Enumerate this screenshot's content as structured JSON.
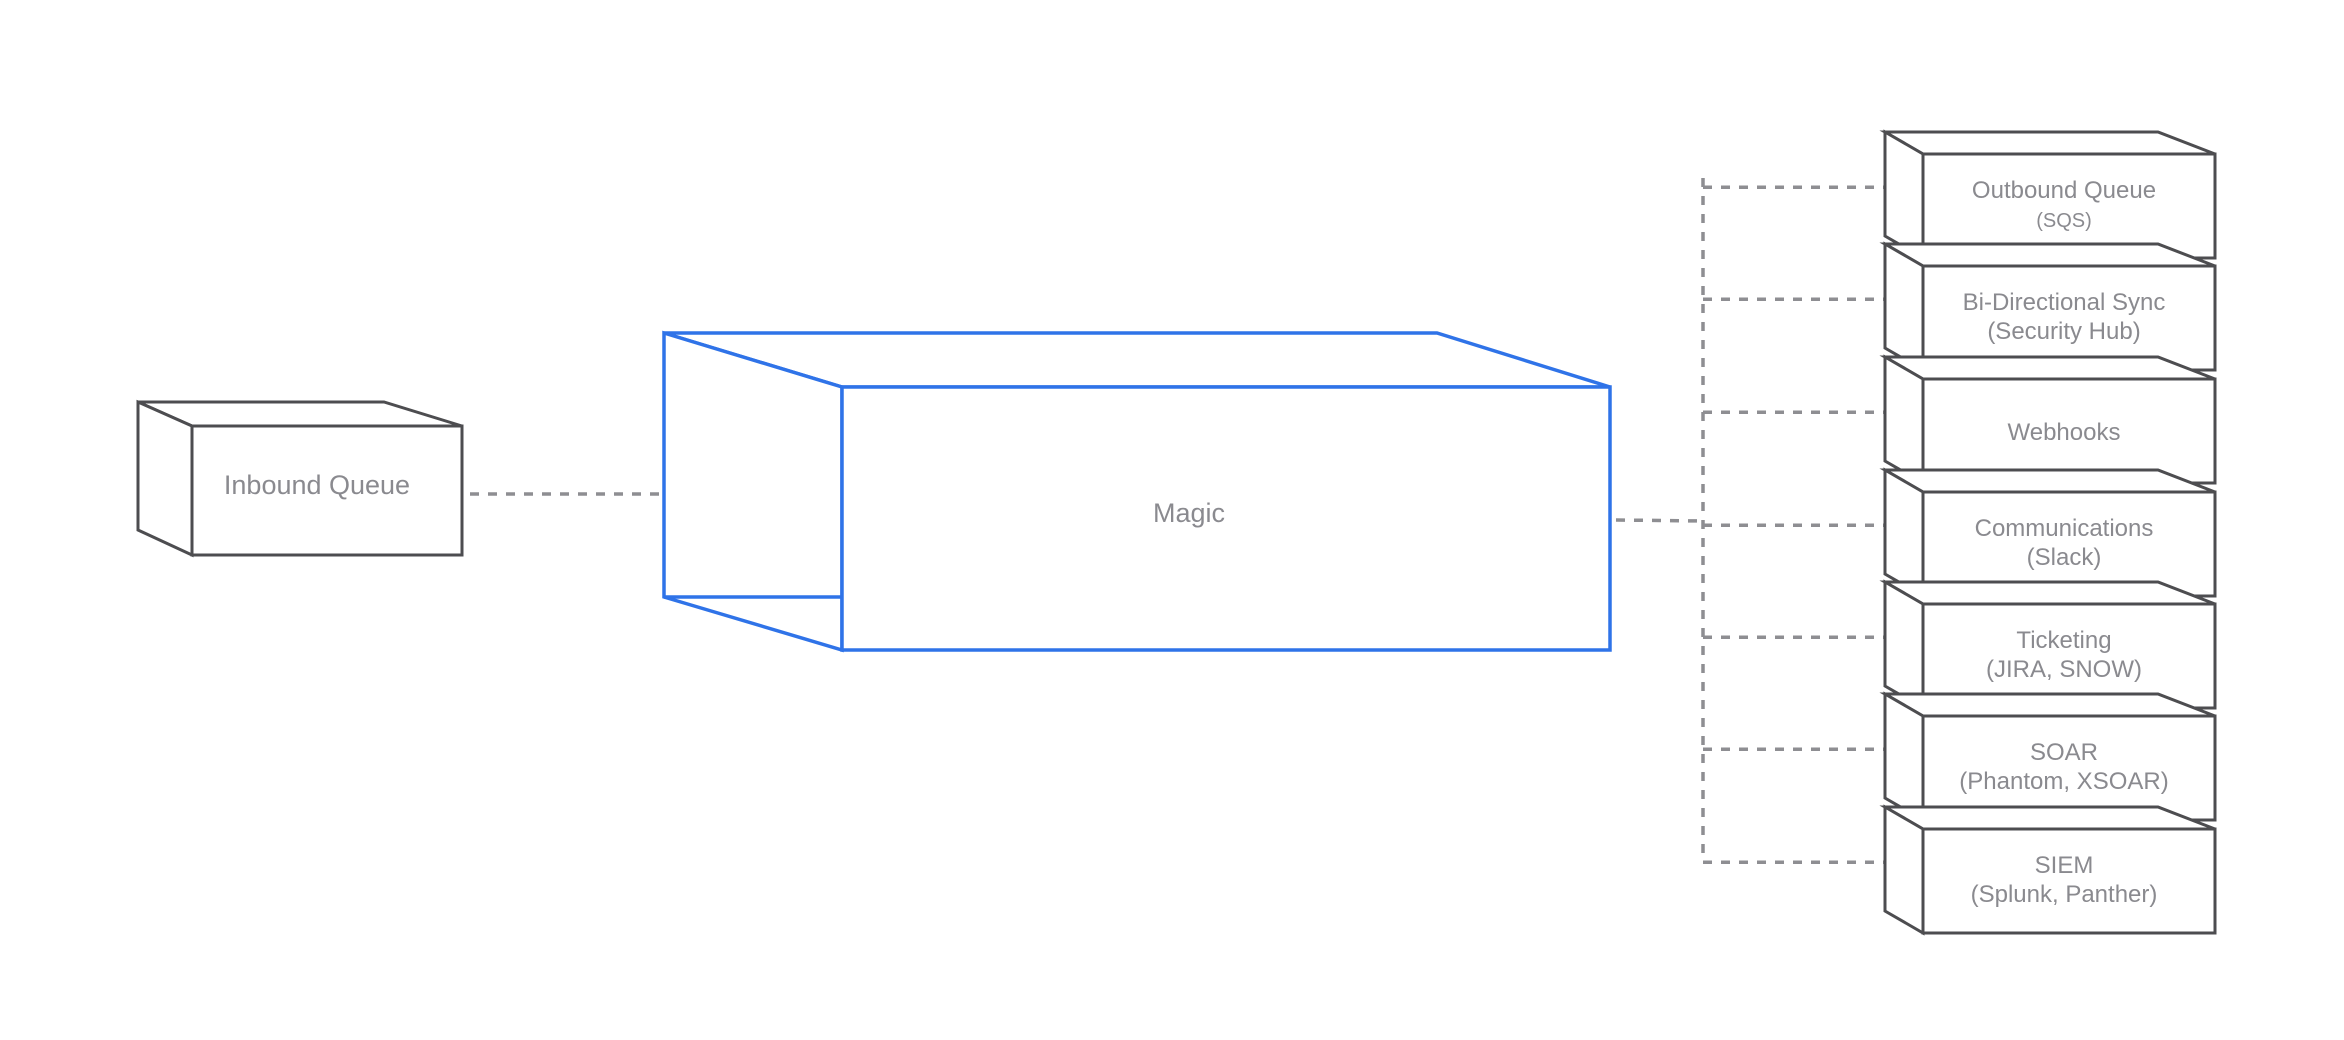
{
  "inbound": {
    "label": "Inbound Queue"
  },
  "processor": {
    "label": "Magic"
  },
  "destinations": [
    {
      "title": "Outbound Queue",
      "subtitle": "(SQS)",
      "subtitle_small": true
    },
    {
      "title": "Bi-Directional Sync",
      "subtitle": "(Security Hub)"
    },
    {
      "title": "Webhooks",
      "subtitle": ""
    },
    {
      "title": "Communications",
      "subtitle": "(Slack)"
    },
    {
      "title": "Ticketing",
      "subtitle": "(JIRA, SNOW)"
    },
    {
      "title": "SOAR",
      "subtitle": "(Phantom, XSOAR)"
    },
    {
      "title": "SIEM",
      "subtitle": "(Splunk, Panther)"
    }
  ],
  "colors": {
    "box_stroke": "#4d4d50",
    "processor_stroke": "#2f73e8",
    "connector": "#8e8e92",
    "text": "#8a8a8f"
  }
}
